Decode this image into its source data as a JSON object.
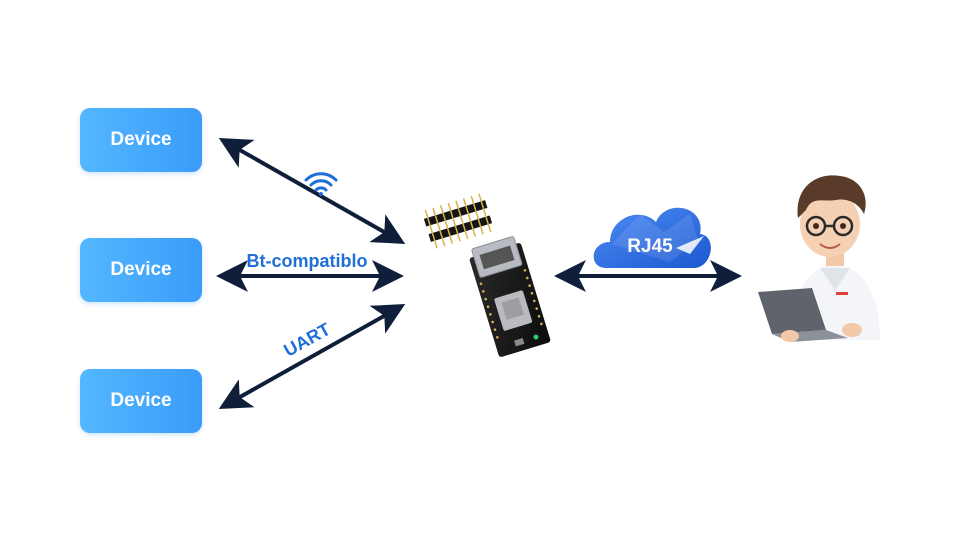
{
  "devices": [
    {
      "label": "Device"
    },
    {
      "label": "Device"
    },
    {
      "label": "Device"
    }
  ],
  "connections": {
    "wireless_icon": "wifi-icon",
    "bluetooth_label": "Bt-compatiblo",
    "uart_label": "UART",
    "rj45_label": "RJ45"
  },
  "colors": {
    "device_fill": "#3a9cf9",
    "label_blue": "#1f6fd6",
    "arrow": "#0f1f3a",
    "cloud": "#2f6fe0"
  }
}
